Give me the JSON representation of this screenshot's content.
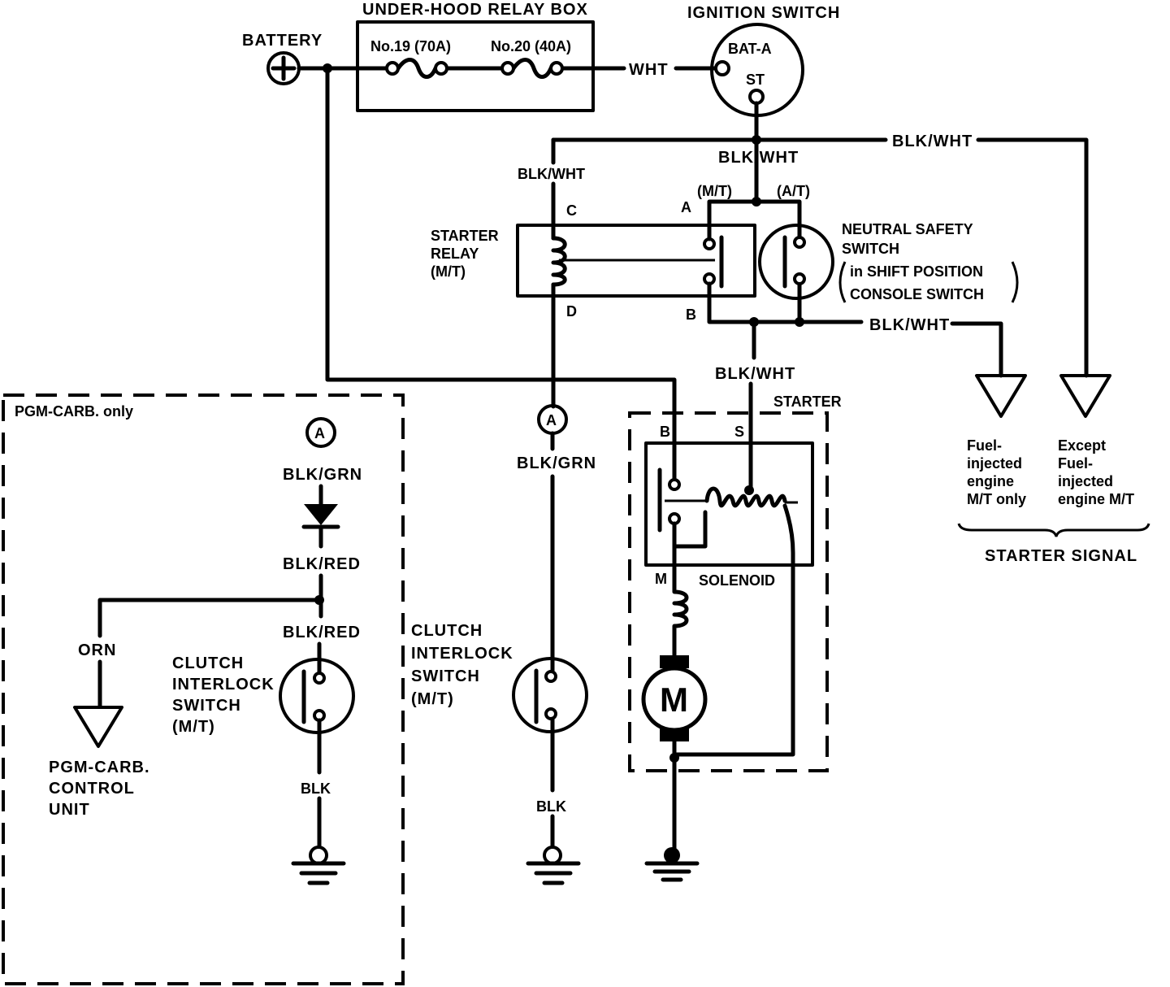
{
  "labels": {
    "battery": "BATTERY",
    "relay_box": "UNDER-HOOD RELAY BOX",
    "fuse19": "No.19 (70A)",
    "fuse20": "No.20 (40A)",
    "wht": "WHT",
    "ignition_switch": "IGNITION SWITCH",
    "bat_a": "BAT-A",
    "st": "ST",
    "blk_wht_top_right": "BLK/WHT",
    "blk_wht_center": "BLK/WHT",
    "blk_wht_left": "BLK/WHT",
    "blk_wht_mid_right": "BLK/WHT",
    "blk_wht_lower": "BLK/WHT",
    "mt": "(M/T)",
    "at": "(A/T)",
    "term_c": "C",
    "term_a": "A",
    "term_d": "D",
    "term_b_relay": "B",
    "starter_relay": [
      "STARTER",
      "RELAY",
      "(M/T)"
    ],
    "neutral_safety": [
      "NEUTRAL SAFETY",
      "SWITCH"
    ],
    "shift_position": "in SHIFT POSITION",
    "console_switch": "CONSOLE SWITCH",
    "starter": "STARTER",
    "term_b_starter": "B",
    "term_s": "S",
    "term_m": "M",
    "solenoid": "SOLENOID",
    "motor": "M",
    "fuel_injected": [
      "Fuel-",
      "injected",
      "engine",
      "M/T only"
    ],
    "except_fuel": [
      "Except",
      "Fuel-",
      "injected",
      "engine M/T"
    ],
    "starter_signal": "STARTER SIGNAL",
    "pgm_carb_only": "PGM-CARB. only",
    "connector_a_left": "A",
    "connector_a_mid": "A",
    "blk_grn_left": "BLK/GRN",
    "blk_grn_mid": "BLK/GRN",
    "blk_red_upper": "BLK/RED",
    "blk_red_lower": "BLK/RED",
    "orn": "ORN",
    "clutch_interlock_left": [
      "CLUTCH",
      "INTERLOCK",
      "SWITCH",
      "(M/T)"
    ],
    "clutch_interlock_mid": [
      "CLUTCH",
      "INTERLOCK",
      "SWITCH",
      "(M/T)"
    ],
    "pgm_carb_unit": [
      "PGM-CARB.",
      "CONTROL",
      "UNIT"
    ],
    "blk_left": "BLK",
    "blk_mid": "BLK"
  }
}
